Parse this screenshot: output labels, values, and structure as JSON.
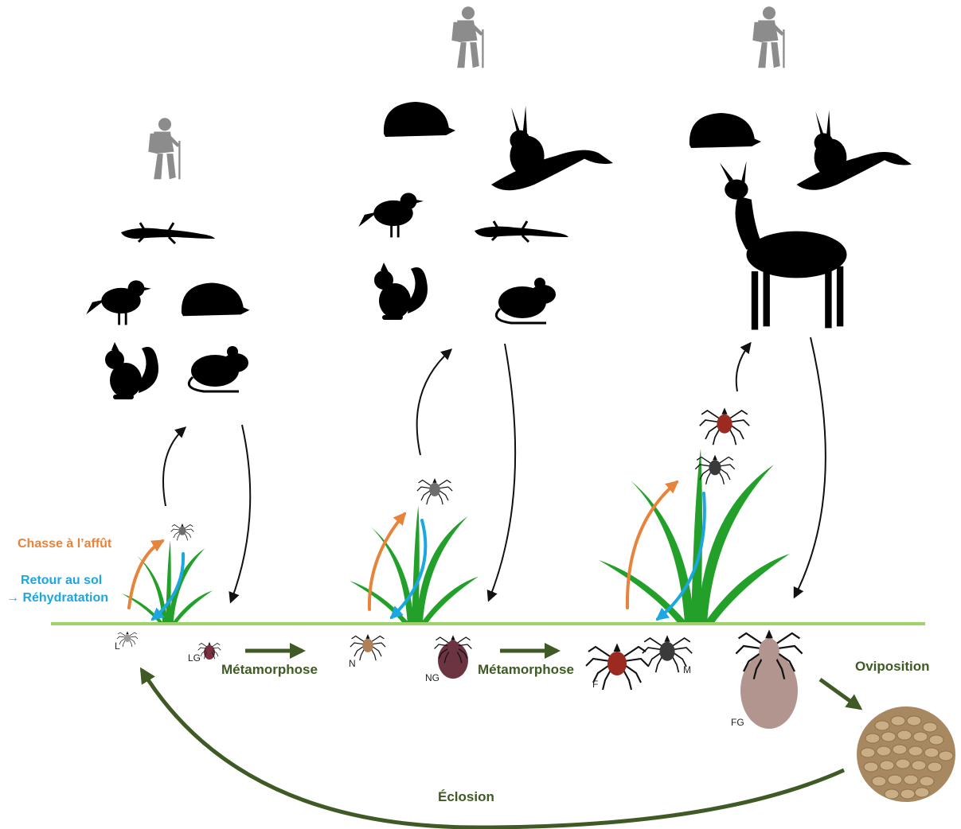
{
  "labels": {
    "hunting": "Chasse à l’affût",
    "return_line1": "Retour au sol",
    "return_line2": "→ Réhydratation",
    "metamorphosis_1": "Métamorphose",
    "metamorphosis_2": "Métamorphose",
    "oviposition": "Oviposition",
    "hatching": "Éclosion"
  },
  "stages": {
    "larva": "L",
    "engorged_larva": "LG",
    "nymph": "N",
    "engorged_nymph": "NG",
    "female": "F",
    "male": "M",
    "engorged_female": "FG"
  },
  "colors": {
    "hunting_arrow": "#E8833A",
    "return_arrow": "#1CA6E2",
    "life_cycle_arrow": "#3F5A24",
    "ground_line": "#9BD36A",
    "grass": "#22A02A",
    "silhouette": "#000000",
    "hiker": "#8C8C8C",
    "eggs": "#B59A72"
  },
  "hosts": {
    "larva": [
      "hiker-icon",
      "lizard-icon",
      "bird-icon",
      "hedgehog-icon",
      "squirrel-icon",
      "mouse-icon"
    ],
    "nymph": [
      "hiker-icon",
      "hedgehog-icon",
      "hare-icon",
      "bird-icon",
      "lizard-icon",
      "squirrel-icon",
      "mouse-icon"
    ],
    "adult": [
      "hiker-icon",
      "hedgehog-icon",
      "hare-icon",
      "deer-icon"
    ]
  }
}
